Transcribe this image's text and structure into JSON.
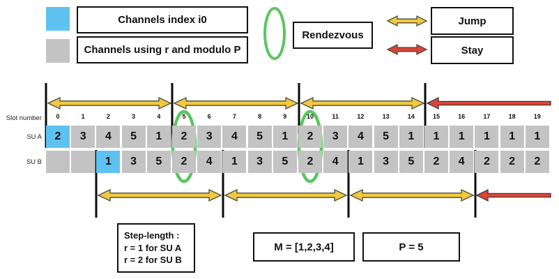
{
  "legend": {
    "blue_label": "Channels index i0",
    "gray_label": "Channels using r and modulo P",
    "rendezvous_label": "Rendezvous",
    "jump_label": "Jump",
    "stay_label": "Stay"
  },
  "colors": {
    "blue": "#5ec2f1",
    "gray": "#c3c3c3",
    "yellow": "#f1c93f",
    "red": "#dc4437",
    "green": "#58c75e",
    "line": "#0a0a0a"
  },
  "table": {
    "slot_label": "Slot number",
    "row_a_label": "SU A",
    "row_b_label": "SU B",
    "slots": [
      "0",
      "1",
      "2",
      "3",
      "4",
      "5",
      "6",
      "7",
      "8",
      "9",
      "10",
      "11",
      "12",
      "13",
      "14",
      "15",
      "16",
      "17",
      "18",
      "19"
    ],
    "su_a": {
      "values": [
        "2",
        "3",
        "4",
        "5",
        "1",
        "2",
        "3",
        "4",
        "5",
        "1",
        "2",
        "3",
        "4",
        "5",
        "1",
        "1",
        "1",
        "1",
        "1",
        "1"
      ],
      "highlight_index": 0
    },
    "su_b": {
      "values": [
        "",
        "",
        "1",
        "3",
        "5",
        "2",
        "4",
        "1",
        "3",
        "5",
        "2",
        "4",
        "1",
        "3",
        "5",
        "2",
        "4",
        "2",
        "2",
        "2"
      ],
      "highlight_index": 2
    },
    "rendezvous_slots": [
      5,
      10
    ]
  },
  "notes": {
    "step_length_lines": [
      "Step-length :",
      "r = 1 for SU A",
      "r = 2 for SU B"
    ],
    "m_label": "M = [1,2,3,4]",
    "p_label": "P = 5"
  }
}
